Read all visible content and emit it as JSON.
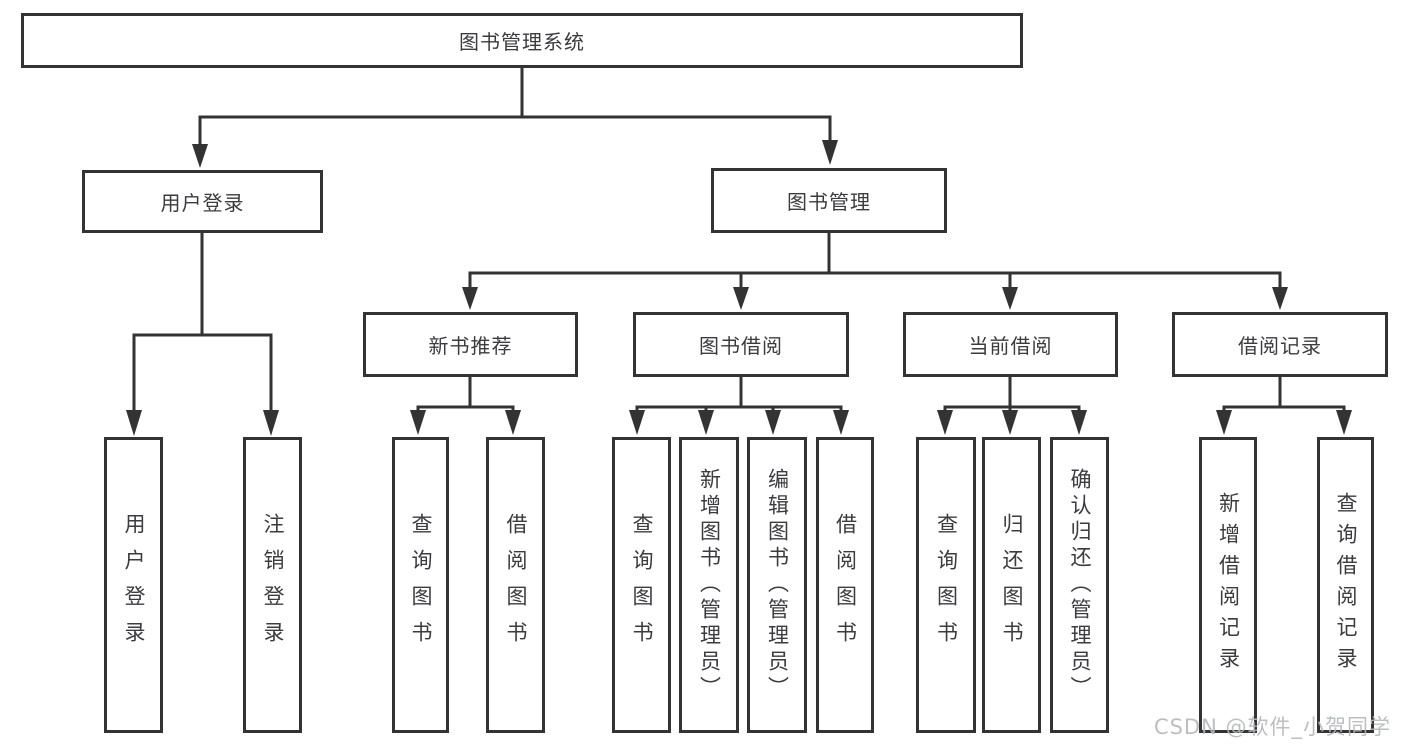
{
  "tree": {
    "root": {
      "label": "图书管理系统"
    },
    "children": [
      {
        "label": "用户登录",
        "children": [
          {
            "label": "用户登录"
          },
          {
            "label": "注销登录"
          }
        ]
      },
      {
        "label": "图书管理",
        "children": [
          {
            "label": "新书推荐",
            "children": [
              {
                "label": "查询图书"
              },
              {
                "label": "借阅图书"
              }
            ]
          },
          {
            "label": "图书借阅",
            "children": [
              {
                "label": "查询图书"
              },
              {
                "label": "新增图书（管理员）"
              },
              {
                "label": "编辑图书（管理员）"
              },
              {
                "label": "借阅图书"
              }
            ]
          },
          {
            "label": "当前借阅",
            "children": [
              {
                "label": "查询图书"
              },
              {
                "label": "归还图书"
              },
              {
                "label": "确认归还（管理员）"
              }
            ]
          },
          {
            "label": "借阅记录",
            "children": [
              {
                "label": "新增借阅记录"
              },
              {
                "label": "查询借阅记录"
              }
            ]
          }
        ]
      }
    ]
  },
  "watermark": {
    "text": "CSDN @软件_小贺同学"
  },
  "colors": {
    "line": "#333333",
    "text": "#3b3b40",
    "watermark": "#b5b8ba",
    "background": "#ffffff"
  }
}
